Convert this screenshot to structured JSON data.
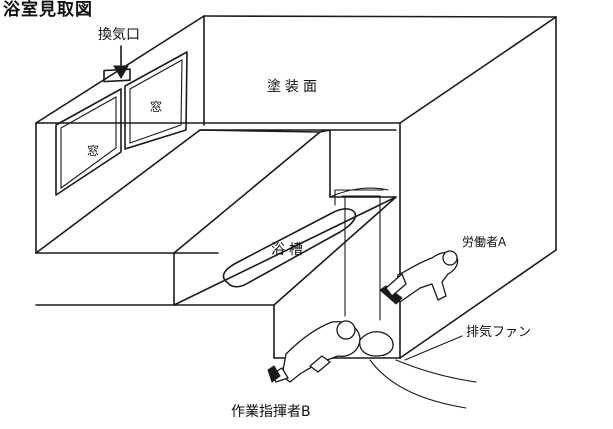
{
  "title": "浴室見取図",
  "labels": {
    "vent": "換気口",
    "window_right": "窓",
    "window_left": "窓",
    "painted_surface": "塗装面",
    "bathtub": "浴槽",
    "worker_a": "労働者A",
    "exhaust_fan": "排気ファン",
    "supervisor_b": "作業指揮者B"
  }
}
